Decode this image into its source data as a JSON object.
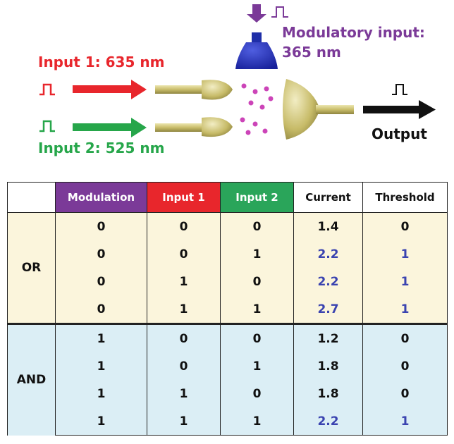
{
  "diagram": {
    "input1_label": "Input 1: 635 nm",
    "input2_label": "Input 2: 525 nm",
    "modulatory_label_line1": "Modulatory input:",
    "modulatory_label_line2": "365 nm",
    "output_label": "Output",
    "colors": {
      "input1": "#e8262c",
      "input2": "#26a64a",
      "modulatory": "#7b3a98",
      "lamp": "#1f2fa8",
      "terminal": "#d8cf8a",
      "particles": "#cc44b8"
    }
  },
  "table": {
    "headers": [
      "Modulation",
      "Input 1",
      "Input 2",
      "Current",
      "Threshold"
    ],
    "groups": [
      {
        "label": "OR",
        "rows": [
          [
            "0",
            "0",
            "0",
            "1.4",
            "0"
          ],
          [
            "0",
            "0",
            "1",
            "2.2",
            "1"
          ],
          [
            "0",
            "1",
            "0",
            "2.2",
            "1"
          ],
          [
            "0",
            "1",
            "1",
            "2.7",
            "1"
          ]
        ]
      },
      {
        "label": "AND",
        "rows": [
          [
            "1",
            "0",
            "0",
            "1.2",
            "0"
          ],
          [
            "1",
            "0",
            "1",
            "1.8",
            "0"
          ],
          [
            "1",
            "1",
            "0",
            "1.8",
            "0"
          ],
          [
            "1",
            "1",
            "1",
            "2.2",
            "1"
          ]
        ]
      }
    ]
  }
}
